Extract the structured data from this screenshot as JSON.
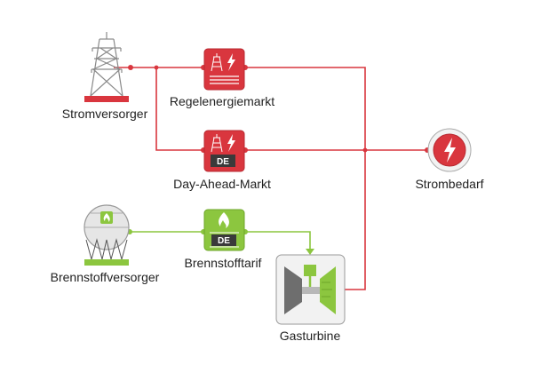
{
  "nodes": {
    "stromversorger": {
      "label": "Stromversorger",
      "icon": "power-pylon-icon"
    },
    "regelenergiemarkt": {
      "label": "Regelenergiemarkt",
      "icon": "pylon-lightning-icon"
    },
    "day_ahead_markt": {
      "label": "Day-Ahead-Markt",
      "icon": "pylon-lightning-icon",
      "badge": "DE"
    },
    "strombedarf": {
      "label": "Strombedarf",
      "icon": "lightning-icon"
    },
    "brennstoffversorger": {
      "label": "Brennstoffversorger",
      "icon": "gas-tank-icon"
    },
    "brennstofftarif": {
      "label": "Brennstofftarif",
      "icon": "flame-icon",
      "badge": "DE"
    },
    "gasturbine": {
      "label": "Gasturbine",
      "icon": "gas-turbine-icon"
    }
  },
  "colors": {
    "electric": "#d9363e",
    "electric_dark": "#b82a31",
    "fuel": "#8cc63f",
    "fuel_dark": "#6ea62a",
    "grey": "#8a8a8a",
    "box_bg": "#f2f2f2"
  }
}
